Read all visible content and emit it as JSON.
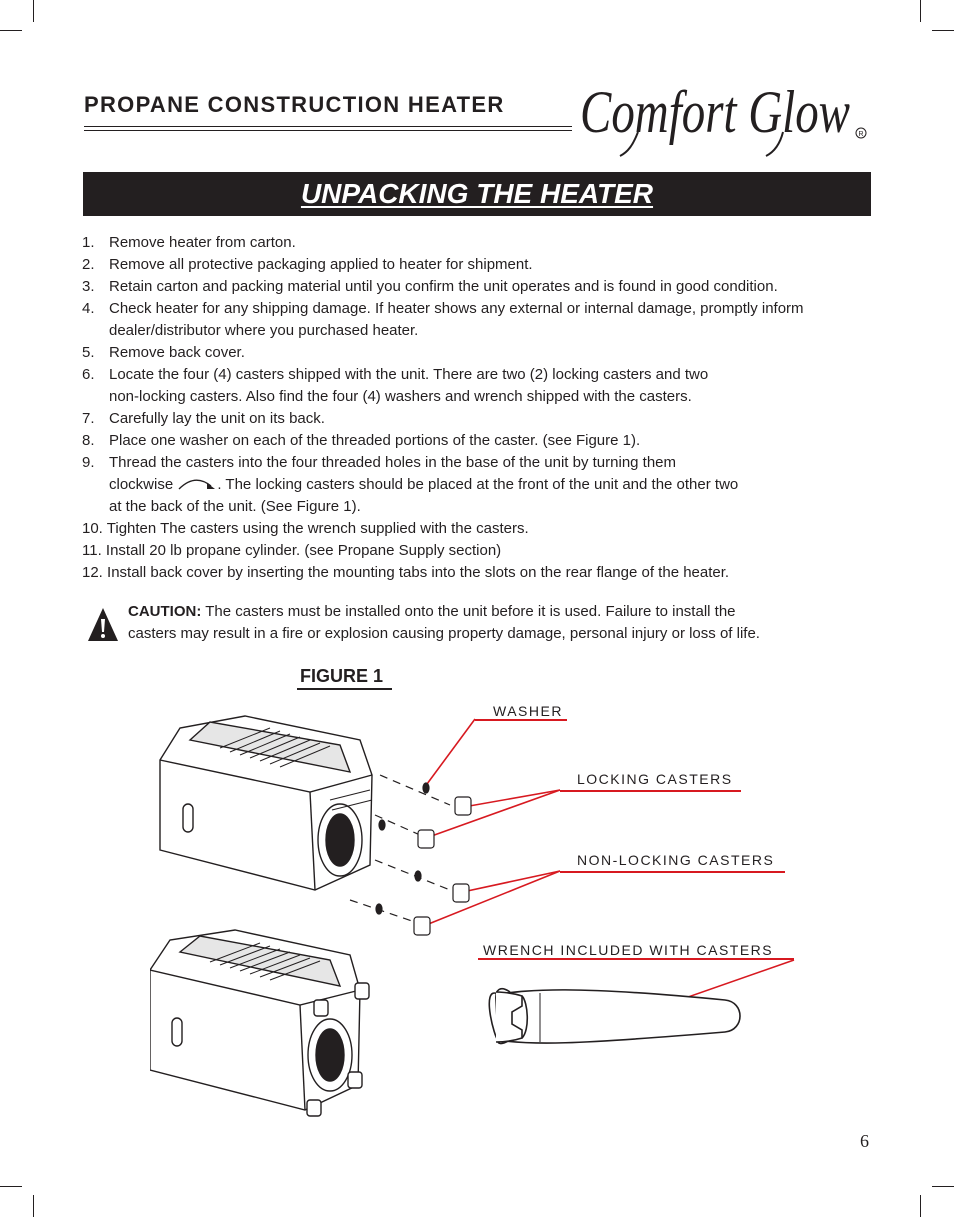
{
  "header": {
    "title": "PROPANE CONSTRUCTION HEATER",
    "brand_logo": "Comfort Glow",
    "registered_mark": "®"
  },
  "section": {
    "title": "UNPACKING THE HEATER"
  },
  "steps": [
    {
      "num": "1.",
      "lines": [
        "Remove heater from carton."
      ]
    },
    {
      "num": "2.",
      "lines": [
        "Remove all protective packaging applied to heater for shipment."
      ]
    },
    {
      "num": "3.",
      "lines": [
        "Retain carton and packing material until you confirm the unit operates and is found in good condition."
      ]
    },
    {
      "num": "4.",
      "lines": [
        "Check heater for any shipping damage. If heater shows any external or internal damage, promptly inform",
        "dealer/distributor where you purchased heater."
      ]
    },
    {
      "num": "5.",
      "lines": [
        "Remove back cover."
      ]
    },
    {
      "num": "6.",
      "lines": [
        "Locate the four (4) casters shipped with the unit. There are two (2) locking casters and two",
        "non-locking casters. Also find the four (4) washers and wrench shipped with the casters."
      ]
    },
    {
      "num": "7.",
      "lines": [
        "Carefully lay the unit on its back."
      ]
    },
    {
      "num": "8.",
      "lines": [
        "Place one washer on each of the threaded portions of the caster. (see Figure 1)."
      ]
    },
    {
      "num": "9.",
      "lines": [
        "Thread the casters into the four threaded holes in the base of the unit by turning them"
      ],
      "line2_before": "clockwise",
      "line2_after": ". The locking casters should be placed at the front of the unit and the other two",
      "line3": "at the back of the unit. (See Figure 1)."
    },
    {
      "num": "10.",
      "lines": [
        "Tighten The casters using the wrench supplied with the casters."
      ]
    },
    {
      "num": "11.",
      "lines": [
        "Install 20 lb propane cylinder. (see Propane Supply section)"
      ]
    },
    {
      "num": "12.",
      "lines": [
        "Install back cover by inserting the mounting tabs into the slots on the rear flange of the heater."
      ]
    }
  ],
  "caution": {
    "icon": "warning-triangle-icon",
    "label": "CAUTION:",
    "line1": " The casters must be installed onto the unit before it is used. Failure to install the",
    "line2": "casters may result in a fire or explosion causing property damage, personal injury or loss of life."
  },
  "figure": {
    "label": "FIGURE 1",
    "callouts": {
      "washer": "WASHER",
      "locking": "LOCKING CASTERS",
      "non_locking": "NON-LOCKING CASTERS",
      "wrench": "WRENCH INCLUDED WITH CASTERS"
    },
    "callout_color": "#d71920"
  },
  "page_number": "6"
}
